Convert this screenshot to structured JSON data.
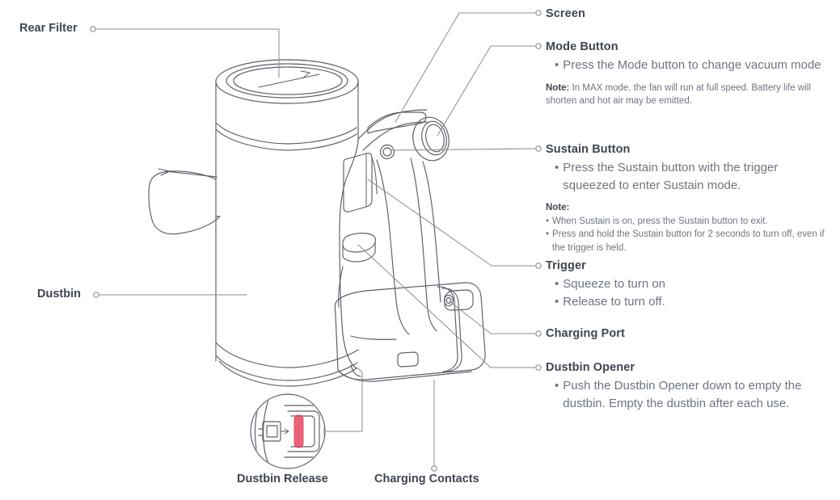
{
  "meta": {
    "title": "Cordless Vacuum Cleaner Parts Diagram",
    "line_color": "#8d8f96",
    "stroke_color": "#5a5d66",
    "heading_color": "#3f4550",
    "body_color": "#6e7480",
    "accent_color": "#e8475f",
    "background": "#ffffff"
  },
  "callouts": {
    "screen": {
      "title": "Screen"
    },
    "mode_button": {
      "title": "Mode Button",
      "bullets": [
        "Press the Mode button to change vacuum mode"
      ],
      "note_label": "Note:",
      "note_text": "In MAX mode, the fan will run at full speed. Battery life will shorten and hot air may be emitted."
    },
    "sustain_button": {
      "title": "Sustain Button",
      "bullets": [
        "Press the Sustain button with the trigger squeezed to enter Sustain mode."
      ],
      "note_label": "Note:",
      "note_bullets": [
        "When Sustain is on, press the Sustain button to exit.",
        "Press and hold the Sustain button for 2 seconds to turn off, even if the trigger is held."
      ]
    },
    "trigger": {
      "title": "Trigger",
      "bullets": [
        "Squeeze to turn on",
        "Release to turn off."
      ]
    },
    "charging_port": {
      "title": "Charging Port"
    },
    "dustbin_opener": {
      "title": "Dustbin Opener",
      "bullets": [
        "Push the Dustbin Opener down to empty the dustbin. Empty the dustbin after each use."
      ]
    },
    "rear_filter": {
      "title": "Rear Filter"
    },
    "dustbin": {
      "title": "Dustbin"
    },
    "dustbin_release": {
      "title": "Dustbin Release"
    },
    "charging_contacts": {
      "title": "Charging Contacts"
    }
  },
  "symbols": {
    "bullet": "•"
  }
}
